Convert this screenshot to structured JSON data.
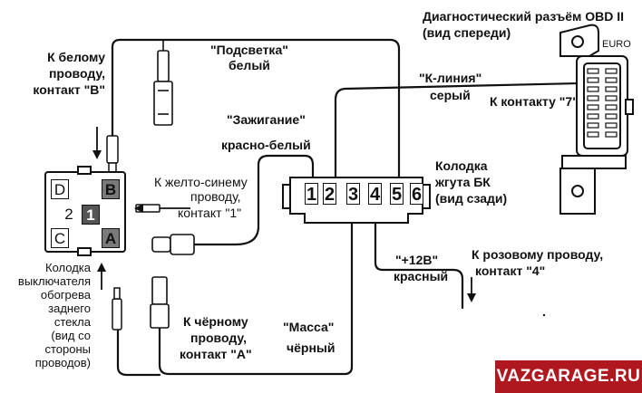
{
  "obd": {
    "title_line1": "Диагностический разъём OBD II",
    "title_line2": "(вид спереди)",
    "euro": "EURO"
  },
  "labels": {
    "backlight_name": "\"Подсветка\"",
    "backlight_color": "белый",
    "kline_name": "\"К-линия\"",
    "kline_color": "серый",
    "to_pin7": "К контакту \"7\"",
    "ignition_name": "\"Зажигание\"",
    "ignition_color": "красно-белый",
    "white_wire": [
      "К белому",
      "проводу,",
      "контакт \"В\""
    ],
    "yellow_blue": [
      "К желто-синему",
      "проводу,",
      "контакт \"1\""
    ],
    "bk_block": [
      "Колодка",
      "жгута БК",
      "(вид сзади)"
    ],
    "plus12_name": "\"+12В\"",
    "plus12_color": "красный",
    "pink_wire": [
      "К розовому проводу,",
      "контакт \"4\""
    ],
    "black_wire": [
      "К чёрному",
      "проводу,",
      "контакт \"А\""
    ],
    "mass_name": "\"Масса\"",
    "mass_color": "чёрный",
    "switch_block": [
      "Колодка",
      "выключателя",
      "обогрева",
      "заднего",
      "стекла",
      "(вид со",
      "стороны",
      "проводов)"
    ]
  },
  "bk_pins": [
    "1",
    "2",
    "3",
    "4",
    "5",
    "6"
  ],
  "switch_pins": {
    "D": "D",
    "B": "B",
    "two": "2",
    "one": "1",
    "C": "C",
    "A": "A"
  },
  "brand": "VAZGARAGE.RU",
  "colors": {
    "brand_bg": "#b01820",
    "gray_pin": "#7a7a7a",
    "dark_pin": "#555555"
  }
}
